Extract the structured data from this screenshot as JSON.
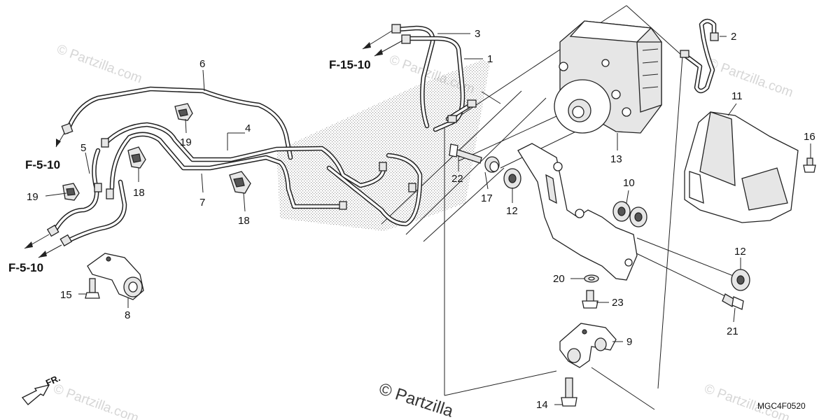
{
  "diagram": {
    "part_numbers": [
      "1",
      "2",
      "3",
      "4",
      "5",
      "6",
      "7",
      "8",
      "9",
      "10",
      "11",
      "12",
      "12",
      "13",
      "14",
      "15",
      "16",
      "17",
      "18",
      "18",
      "19",
      "19",
      "20",
      "21",
      "22",
      "23"
    ],
    "reference_labels": [
      "F-15-10",
      "F-5-10",
      "F-5-10"
    ],
    "direction_label": "FR.",
    "diagram_code": "MGC4F0520",
    "watermark_text": "© Partzilla.com",
    "watermark_bottom": "© Partzilla"
  }
}
